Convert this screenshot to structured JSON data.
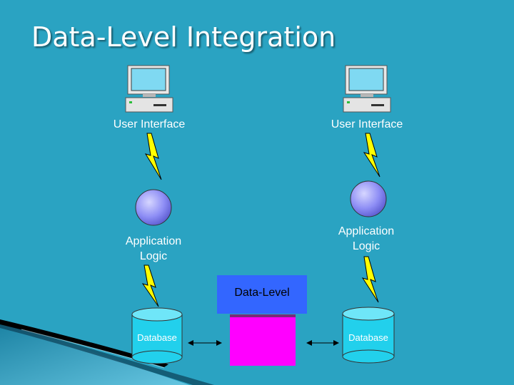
{
  "title": "Data-Level Integration",
  "left": {
    "ui_label": "User Interface",
    "app_label_line1": "Application",
    "app_label_line2": "Logic",
    "db_label": "Database"
  },
  "right": {
    "ui_label": "User Interface",
    "app_label_line1": "Application",
    "app_label_line2": "Logic",
    "db_label": "Database"
  },
  "center": {
    "box_label": "Data-Level"
  },
  "colors": {
    "background": "#2aa3c2",
    "title": "#ffffff",
    "data_level_box": "#3366ff",
    "shared_store": "#ff00ff",
    "database": "#22d0ec",
    "lightning": "#ffff00",
    "app_sphere": "#8e8ef5"
  },
  "icons": [
    "computer-icon",
    "lightning-icon",
    "sphere-icon",
    "database-icon",
    "double-arrow-icon"
  ]
}
